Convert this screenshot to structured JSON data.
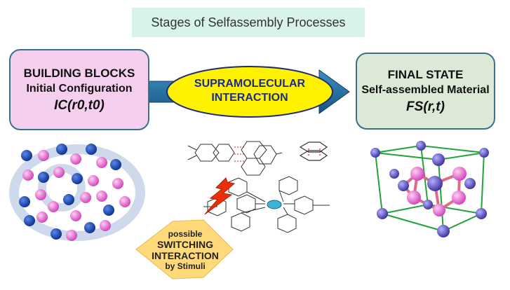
{
  "title": "Stages of Selfassembly Processes",
  "left_box": {
    "line1": "BUILDING BLOCKS",
    "line2": "Initial Configuration",
    "line3": "IC(r0,t0)"
  },
  "center": {
    "line1": "SUPRAMOLECULAR",
    "line2": "INTERACTION"
  },
  "right_box": {
    "line1": "FINAL STATE",
    "line2": "Self-assembled Material",
    "line3": "FS(r,t)"
  },
  "switch": {
    "line1": "possible",
    "line2": "SWITCHING",
    "line3": "INTERACTION",
    "line4": "by Stimuli"
  },
  "colors": {
    "arrow": "#1f6fa3",
    "ellipse": "#fff200",
    "left_box": "#f5d0ee",
    "right_box": "#dbe9d6",
    "diamond": "#ffd97a",
    "bolt": "#e8300a",
    "blue_sphere": "#0f3fa8",
    "pink_sphere": "#e05fc8"
  }
}
